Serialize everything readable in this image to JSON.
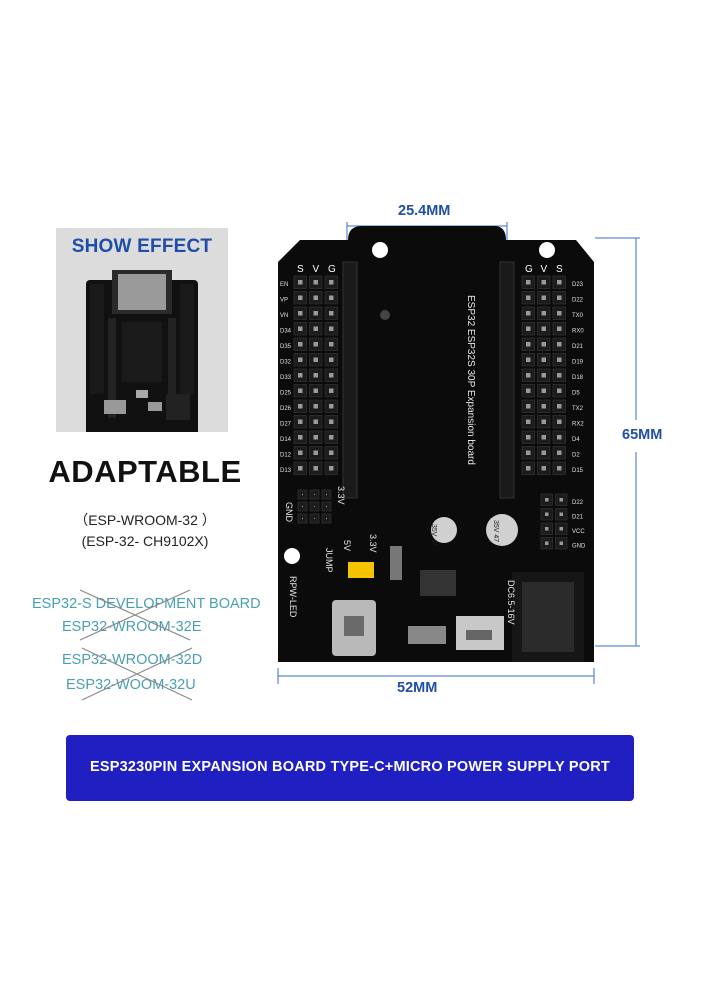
{
  "show_effect": {
    "title": "SHOW EFFECT"
  },
  "adaptable": {
    "title": "ADAPTABLE",
    "model_1": "（ESP-WROOM-32 ）",
    "model_2": "(ESP-32- CH9102X)"
  },
  "compatibility": [
    {
      "text": "ESP32-S DEVELOPMENT BOARD",
      "crossed": true
    },
    {
      "text": "ESP32-WROOM-32E",
      "crossed": true
    },
    {
      "text": "ESP32-WROOM-32D",
      "crossed": true
    },
    {
      "text": "ESP32-WOOM-32U",
      "crossed": true
    }
  ],
  "dimensions": {
    "top": "25.4MM",
    "right": "65MM",
    "bottom": "52MM"
  },
  "board": {
    "center_label": "ESP32 ESP32S 30P Expansion board",
    "left_header_labels": [
      "S",
      "V",
      "G"
    ],
    "right_header_labels": [
      "G",
      "V",
      "S"
    ],
    "left_pins": [
      "EN",
      "VP",
      "VN",
      "D34",
      "D35",
      "D32",
      "D33",
      "D25",
      "D26",
      "D27",
      "D14",
      "D12",
      "D13"
    ],
    "right_pins": [
      "D23",
      "D22",
      "TX0",
      "RX0",
      "D21",
      "D19",
      "D18",
      "D5",
      "TX2",
      "RX2",
      "D4",
      "D2",
      "D15"
    ],
    "bottom_right_pins": [
      "D22",
      "D21",
      "VCC",
      "GND"
    ],
    "gnd_label": "GND",
    "v33_label": "3.3V",
    "jump_label": "JUMP",
    "jump_5v": "5V",
    "jump_33v": "3.3V",
    "rpw_led": "RPW-LED",
    "dc_label": "DC6.5-16V",
    "cap_1": "35V 47",
    "cap_2": "35V 47"
  },
  "banner": {
    "text": "ESP3230PIN EXPANSION BOARD TYPE-C+MICRO POWER SUPPLY PORT"
  },
  "colors": {
    "brand_blue": "#1f4ea8",
    "banner_blue": "#1f1fc2",
    "compat_teal": "#4a9fb0",
    "board": "#0b0b0b"
  }
}
